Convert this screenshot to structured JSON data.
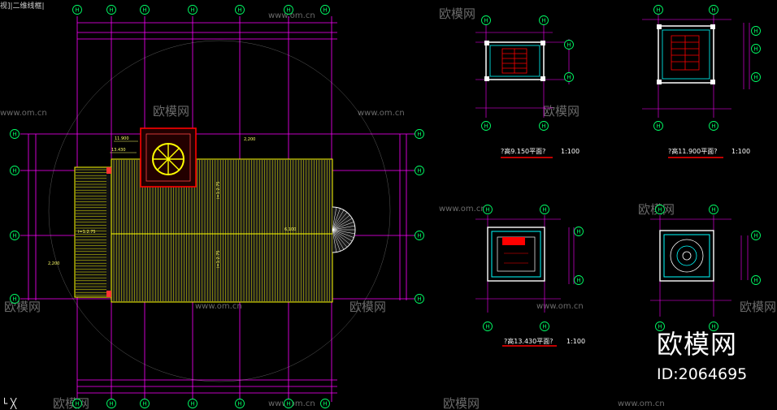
{
  "viewport_label": "视]|二维线框|",
  "ucs_icon": "Y-axis/X-axis corner icon",
  "watermark": {
    "brand": "欧模网",
    "url": "www.om.cn",
    "id_text": "ID:2064695"
  },
  "grid_bubble_label": "H",
  "main_plan": {
    "elevation_marks": [
      "11.900",
      "13.430"
    ],
    "slope_labels": [
      "i=1:2.75",
      "i=1:2.75",
      "i=1:2.75"
    ],
    "dimension_labels": [
      "2,200",
      "2,200",
      "6,100"
    ]
  },
  "detail_plans": [
    {
      "title": "?高9.150平面?",
      "scale": "1:100"
    },
    {
      "title": "?高11.900平面?",
      "scale": "1:100"
    },
    {
      "title": "?高13.430平面?",
      "scale": "1:100"
    }
  ],
  "colors": {
    "background": "#000000",
    "axis": "#ff00ff",
    "roof": "#ffff00",
    "stair": "#ff0000",
    "wall": "#00ffff",
    "bubble": "#00ff66",
    "watermark": "#6a6a6a"
  }
}
